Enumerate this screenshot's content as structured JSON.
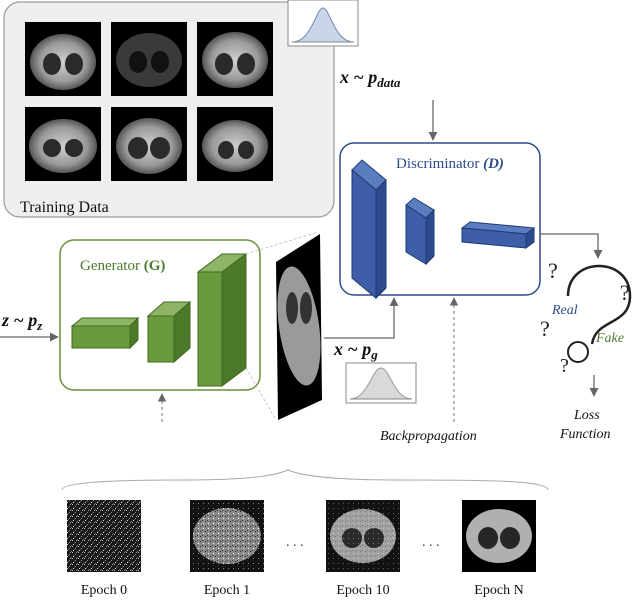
{
  "training": {
    "label": "Training Data"
  },
  "data_dist": {
    "label": "x ~ p",
    "sub": "data"
  },
  "discriminator": {
    "name": "Discriminator ",
    "symbol": "(D)"
  },
  "generator": {
    "name": "Generator ",
    "symbol": "(G)"
  },
  "noise": {
    "label": "z ~ p",
    "sub": "z"
  },
  "gen_dist": {
    "label": "x ~ p",
    "sub": "g"
  },
  "backprop": {
    "label": "Backpropagation"
  },
  "decision": {
    "real": "Real",
    "fake": "Fake"
  },
  "loss": {
    "line1": "Loss",
    "line2": "Function"
  },
  "epochs": [
    {
      "label": "Epoch 0"
    },
    {
      "label": "Epoch 1"
    },
    {
      "label": "Epoch 10"
    },
    {
      "label": "Epoch N"
    }
  ],
  "ellipsis": ". . ."
}
